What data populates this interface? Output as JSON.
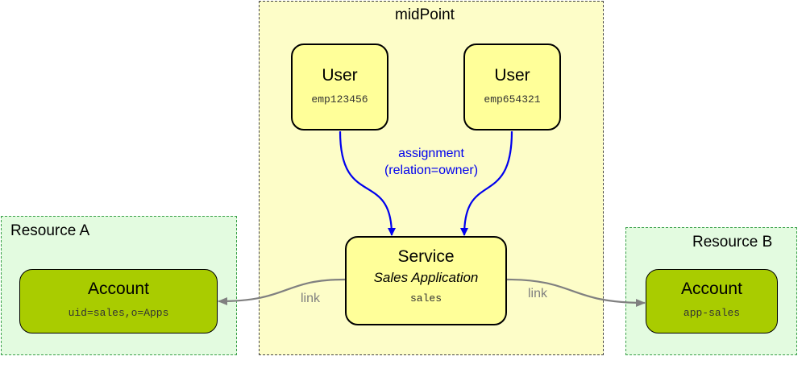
{
  "clusters": {
    "midpoint": "midPoint",
    "resource_a": "Resource A",
    "resource_b": "Resource B"
  },
  "nodes": {
    "user1": {
      "title": "User",
      "id": "emp123456"
    },
    "user2": {
      "title": "User",
      "id": "emp654321"
    },
    "service": {
      "title": "Service",
      "name": "Sales Application",
      "id": "sales"
    },
    "account_a": {
      "title": "Account",
      "id": "uid=sales,o=Apps"
    },
    "account_b": {
      "title": "Account",
      "id": "app-sales"
    }
  },
  "edges": {
    "assignment_label": "assignment",
    "assignment_relation": "(relation=owner)",
    "link_a": "link",
    "link_b": "link"
  },
  "colors": {
    "assignment": "#0000ee",
    "link": "#808080",
    "node_fill": "#ffff99",
    "account_fill": "#a9cc00",
    "cluster_fill": "#fdfdc8",
    "resource_fill": "#e3fbe0"
  }
}
